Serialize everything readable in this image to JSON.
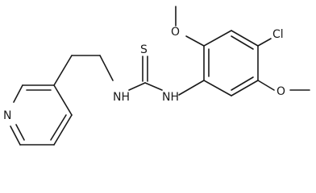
{
  "molecule": {
    "atoms": {
      "sulfur": "S",
      "nitrogen_amine_left": "NH",
      "nitrogen_amine_right": "NH",
      "nitrogen_pyridine": "N",
      "chlorine": "Cl",
      "oxygen_top": "O",
      "oxygen_right": "O"
    }
  }
}
